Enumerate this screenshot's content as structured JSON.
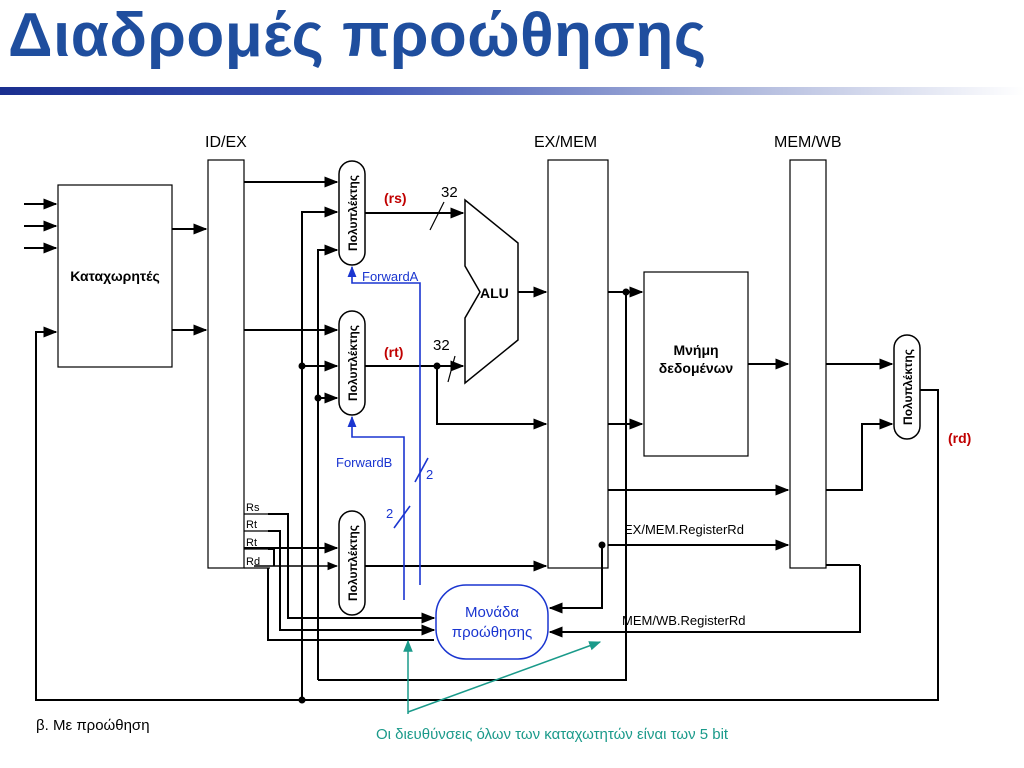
{
  "slide": {
    "title": "Διαδρομές προώθησης",
    "caption": "β. Με προώθηση",
    "note": "Οι διευθύνσεις όλων των καταχωτητών είναι των 5 bit"
  },
  "diagram": {
    "pipeline_registers": [
      "ID/EX",
      "EX/MEM",
      "MEM/WB"
    ],
    "register_file": "Καταχωρητές",
    "mux_label": "Πολυπλέκτης",
    "alu": "ALU",
    "data_memory": [
      "Μνήμη",
      "δεδομένων"
    ],
    "forwarding_unit": [
      "Μονάδα",
      "προώθησης"
    ],
    "signals": {
      "rs": "(rs)",
      "rt": "(rt)",
      "rd": "(rd)",
      "width_32_a": "32",
      "width_32_b": "32",
      "forward_a": "ForwardA",
      "forward_b": "ForwardB",
      "width_2_a": "2",
      "width_2_b": "2",
      "exmem_rd": "EX/MEM.RegisterRd",
      "memwb_rd": "MEM/WB.RegisterRd"
    },
    "field_labels": [
      "Rs",
      "Rt",
      "Rt",
      "Rd"
    ],
    "colors": {
      "title": "#1f4e9e",
      "signal_red": "#c00000",
      "forward_blue": "#1a35d0",
      "note_teal": "#1a9a8a"
    }
  }
}
